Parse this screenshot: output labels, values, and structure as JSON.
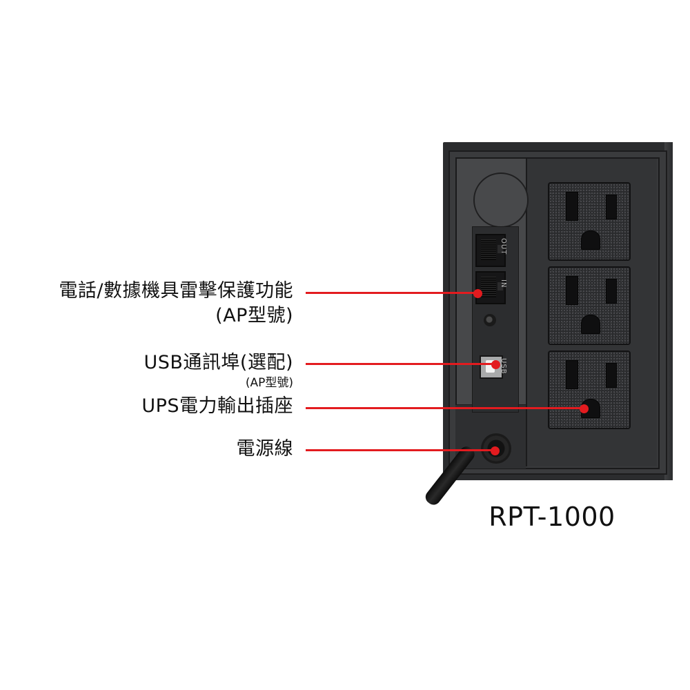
{
  "product": {
    "model": "RPT-1000",
    "colors": {
      "callout_red": "#e31b1f",
      "background": "#ffffff",
      "device_body": "#3a3b3d"
    }
  },
  "callouts": [
    {
      "id": "phone-data-surge",
      "label": "電話/數據機具雷擊保護功能",
      "sublabel": "(AP型號)",
      "target": "RJ11/RJ45 IN port"
    },
    {
      "id": "usb-port",
      "label": "USB通訊埠(選配)",
      "sublabel": "(AP型號)",
      "target": "USB port"
    },
    {
      "id": "ups-outlets",
      "label": "UPS電力輸出插座",
      "target": "AC outlet"
    },
    {
      "id": "power-cord",
      "label": "電源線",
      "target": "Power cord"
    }
  ],
  "device_labels": {
    "port_out": "OUT",
    "port_in": "IN",
    "port_usb": "USB"
  },
  "icons": {
    "outlets": [
      "nema-5-15-outlet-icon",
      "nema-5-15-outlet-icon",
      "nema-5-15-outlet-icon"
    ],
    "rj_ports": [
      "rj-jack-icon",
      "rj-jack-icon"
    ],
    "usb": "usb-b-port-icon",
    "screw": "ground-screw-icon",
    "cord": "power-cord-icon"
  }
}
